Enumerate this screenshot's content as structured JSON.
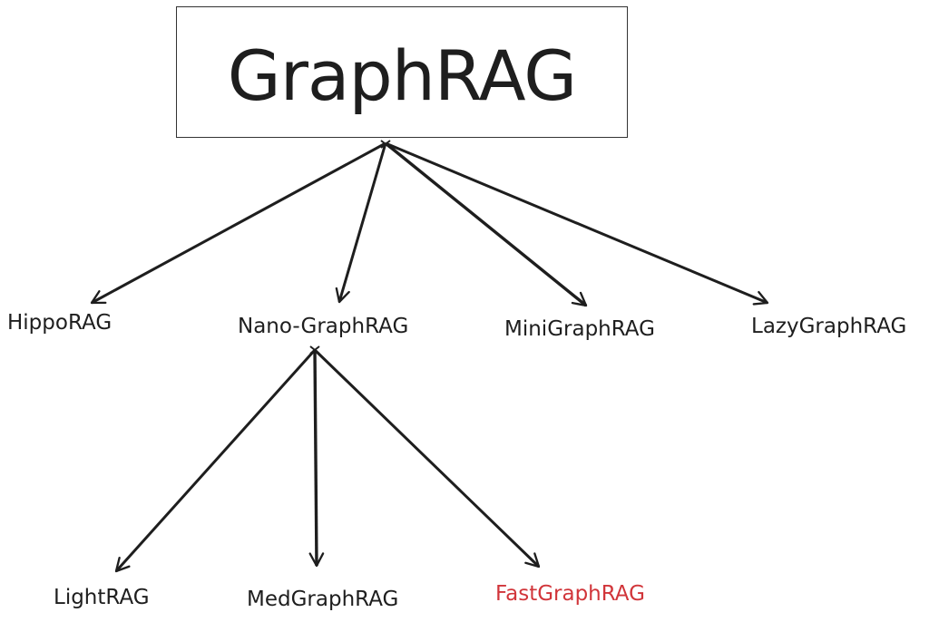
{
  "root": {
    "label": "GraphRAG"
  },
  "level1": [
    {
      "id": "hippo",
      "label": "HippoRAG"
    },
    {
      "id": "nano",
      "label": "Nano-GraphRAG"
    },
    {
      "id": "mini",
      "label": "MiniGraphRAG"
    },
    {
      "id": "lazy",
      "label": "LazyGraphRAG"
    }
  ],
  "level2": [
    {
      "id": "light",
      "label": "LightRAG",
      "parent": "nano"
    },
    {
      "id": "med",
      "label": "MedGraphRAG",
      "parent": "nano"
    },
    {
      "id": "fast",
      "label": "FastGraphRAG",
      "parent": "nano",
      "color": "#d1353a"
    }
  ],
  "colors": {
    "ink": "#1e1e1e",
    "highlight": "#d1353a"
  }
}
